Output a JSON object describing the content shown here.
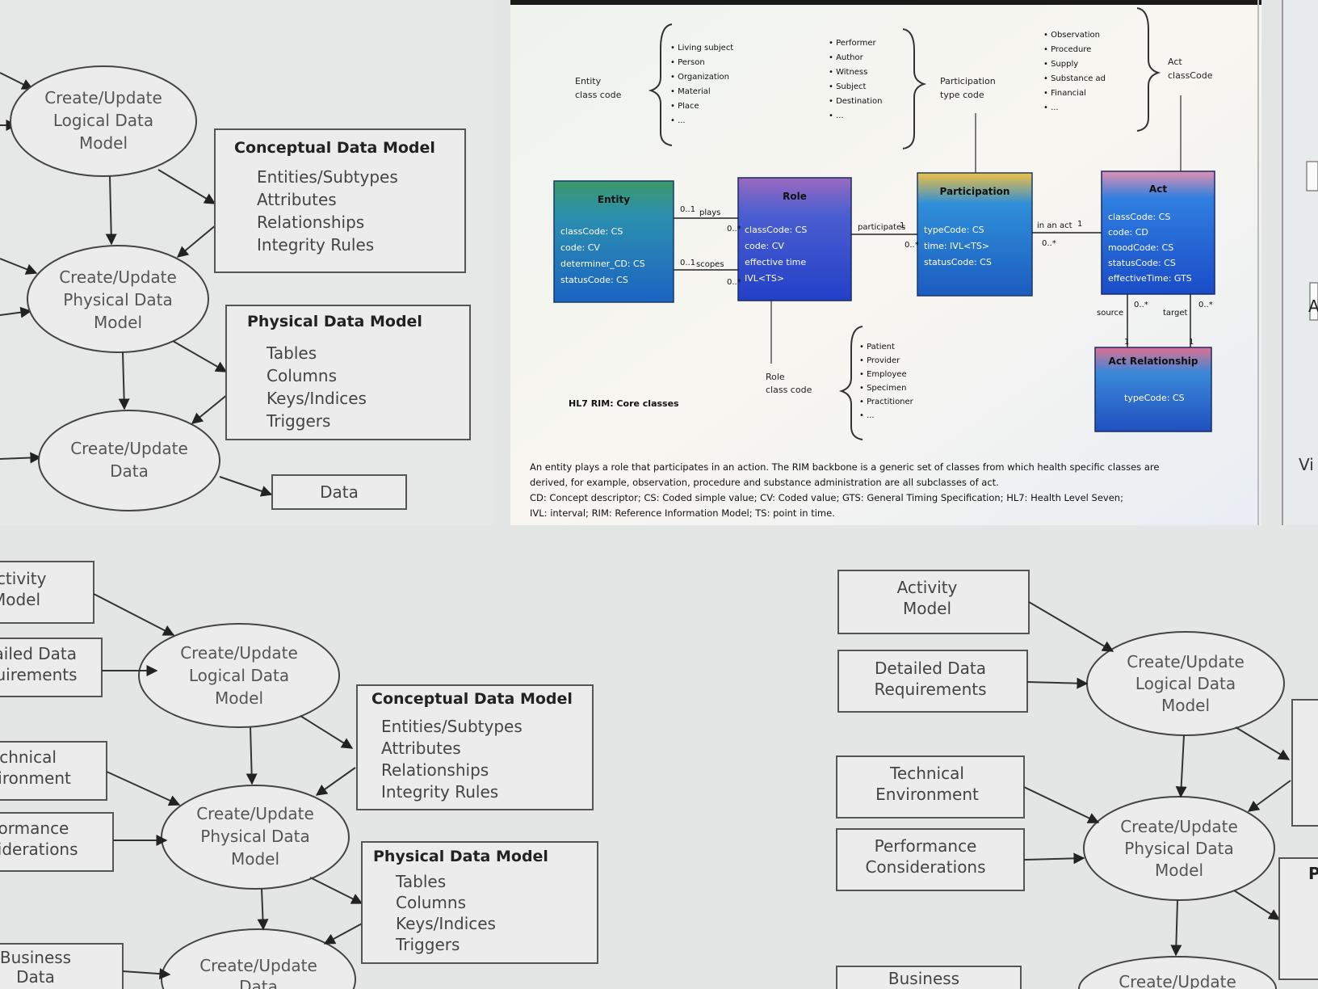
{
  "tl": {
    "ellipses": [
      "Create/Update Logical Data Model",
      "Create/Update Physical Data Model",
      "Create/Update Data"
    ],
    "cdm_title": "Conceptual Data Model",
    "cdm_items": [
      "Entities/Subtypes",
      "Attributes",
      "Relationships",
      "Integrity Rules"
    ],
    "pdm_title": "Physical Data Model",
    "pdm_items": [
      "Tables",
      "Columns",
      "Keys/Indices",
      "Triggers"
    ],
    "data_box": "Data"
  },
  "rim": {
    "entity_label": "Entity class code",
    "entity_list": [
      "Living subject",
      "Person",
      "Organization",
      "Material",
      "Place",
      "..."
    ],
    "participation_list": [
      "Performer",
      "Author",
      "Witness",
      "Subject",
      "Destination",
      "..."
    ],
    "participation_label": "Participation type code",
    "act_list": [
      "Observation",
      "Procedure",
      "Supply",
      "Substance ad",
      "Financial",
      "..."
    ],
    "act_label": "Act classCode",
    "role_list": [
      "Patient",
      "Provider",
      "Employee",
      "Specimen",
      "Practitioner",
      "..."
    ],
    "role_label": "Role class code",
    "classes": {
      "entity": {
        "title": "Entity",
        "attrs": [
          "classCode: CS",
          "code: CV",
          "determiner_CD: CS",
          "statusCode: CS"
        ]
      },
      "role": {
        "title": "Role",
        "attrs": [
          "classCode: CS",
          "code: CV",
          "effective time",
          "IVL<TS>"
        ]
      },
      "participation": {
        "title": "Participation",
        "attrs": [
          "typeCode: CS",
          "time: IVL<TS>",
          "statusCode: CS"
        ]
      },
      "act": {
        "title": "Act",
        "attrs": [
          "classCode: CS",
          "code: CD",
          "moodCode: CS",
          "statusCode: CS",
          "effectiveTime: GTS"
        ]
      },
      "actrel": {
        "title": "Act Relationship",
        "attrs": [
          "typeCode: CS"
        ]
      }
    },
    "rel_labels": [
      "plays",
      "scopes",
      "participates",
      "in an act",
      "source",
      "target"
    ],
    "mults": [
      "0..1",
      "0..*",
      "0..1",
      "0..*",
      "1",
      "0..*",
      "1",
      "0..*",
      "1",
      "1",
      "0..*",
      "0..*"
    ],
    "core_caption": "HL7 RIM: Core classes",
    "caption_lines": [
      "An entity plays a role that participates in an action. The RIM backbone is a generic set of classes from which health specific classes are",
      "derived, for example, observation, procedure and substance administration are all subclasses of act.",
      "CD: Concept descriptor; CS: Coded simple value; CV: Coded value; GTS: General Timing Specification; HL7: Health Level Seven;",
      "IVL: interval; RIM: Reference Information Model; TS: point in time."
    ]
  },
  "bl": {
    "inputs": [
      "Activity Model",
      "Detailed Data Requirements",
      "Technical Environment",
      "Performance Considerations",
      "Business Data"
    ],
    "ellipses": [
      "Create/Update Logical Data Model",
      "Create/Update Physical Data Model",
      "Create/Update Data"
    ],
    "cdm_title": "Conceptual Data Model",
    "cdm_items": [
      "Entities/Subtypes",
      "Attributes",
      "Relationships",
      "Integrity Rules"
    ],
    "pdm_title": "Physical Data Model",
    "pdm_items": [
      "Tables",
      "Columns",
      "Keys/Indices",
      "Triggers"
    ]
  },
  "br": {
    "inputs": [
      "Activity Model",
      "Detailed Data Requirements",
      "Technical Environment",
      "Performance Considerations",
      "Business"
    ],
    "ellipses": [
      "Create/Update Logical Data Model",
      "Create/Update Physical Data Model",
      "Create/Update Data"
    ]
  },
  "edge": {
    "side_letter": "A",
    "side_word": "Vi",
    "pdm_letter": "P"
  }
}
